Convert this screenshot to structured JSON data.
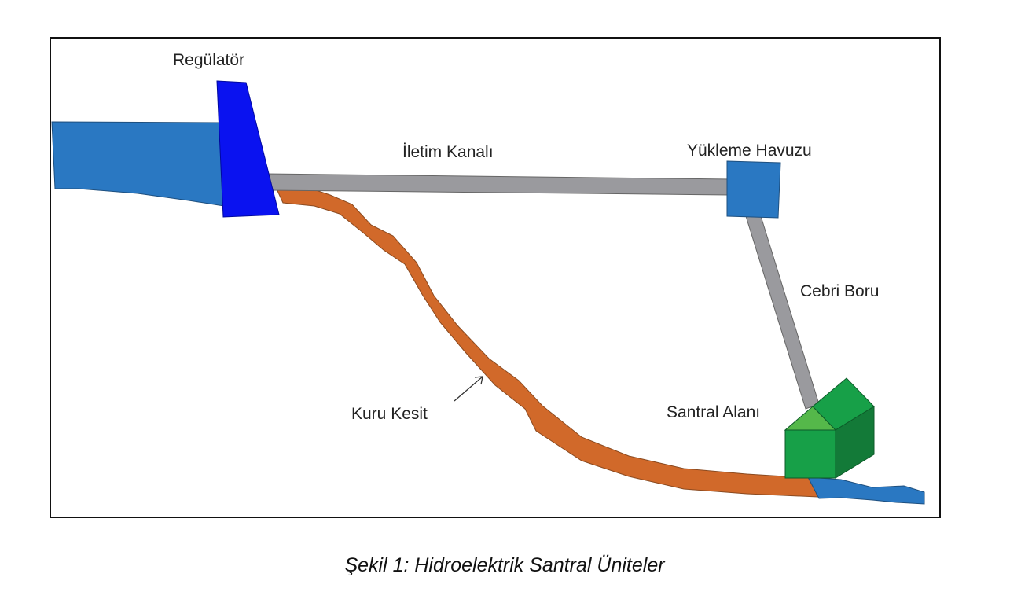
{
  "labels": {
    "regulator": "Regülatör",
    "canal": "İletim Kanalı",
    "forebay": "Yükleme Havuzu",
    "penstock": "Cebri Boru",
    "powerhouse": "Santral Alanı",
    "dry_section": "Kuru Kesit"
  },
  "caption": "Şekil 1: Hidroelektrik Santral Üniteler",
  "colors": {
    "water": "#2a78c2",
    "dam": "#0a12f0",
    "canal": "#9a9a9e",
    "riverbed": "#d1692a",
    "house_front": "#17a048",
    "house_roof_light": "#55b84a",
    "house_side": "#137a38"
  }
}
